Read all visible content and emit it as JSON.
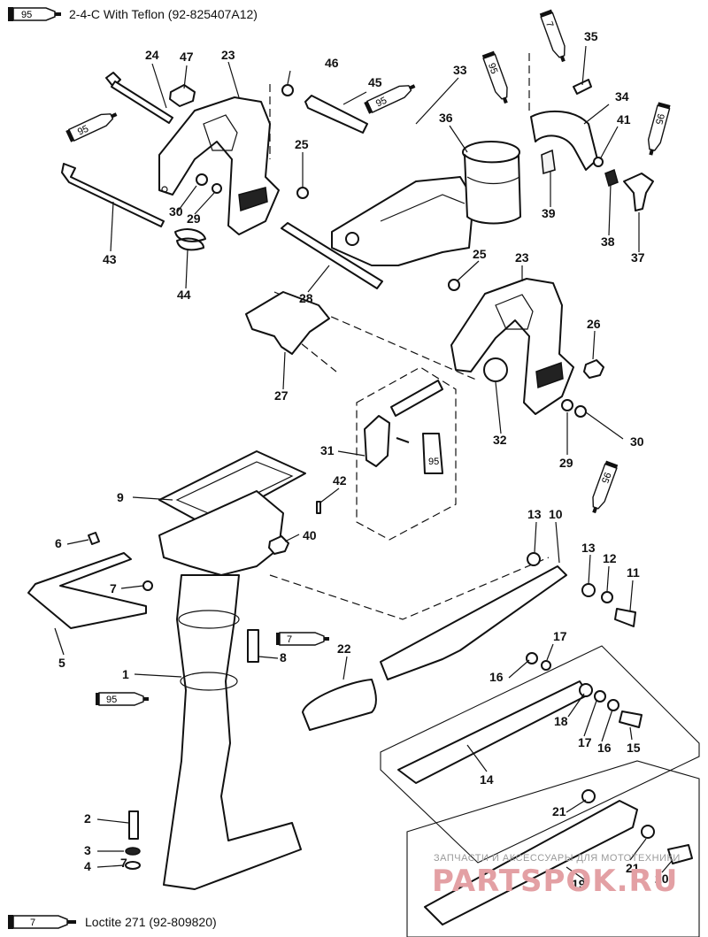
{
  "legend": {
    "top": {
      "tube_number": "95",
      "text": "2-4-C  With Teflon (92-825407A12)"
    },
    "bottom": {
      "tube_number": "7",
      "text": "Loctite 271 (92-809820)"
    }
  },
  "tube_labels": {
    "teflon": "95",
    "loctite": "7"
  },
  "watermark": {
    "line1": "ЗАПЧАСТИ И АКСЕССУАРЫ ДЛЯ МОТОТЕХНИКИ",
    "line2": "PARTSPOK.RU"
  },
  "callouts": {
    "c24": "24",
    "c47": "47",
    "c23a": "23",
    "c46": "46",
    "c45": "45",
    "c33": "33",
    "c35": "35",
    "c34": "34",
    "c36": "36",
    "c41": "41",
    "c25a": "25",
    "c30a": "30",
    "c29a": "29",
    "c43": "43",
    "c44": "44",
    "c39": "39",
    "c38": "38",
    "c37": "37",
    "c28": "28",
    "c25b": "25",
    "c23b": "23",
    "c26": "26",
    "c27": "27",
    "c32": "32",
    "c30b": "30",
    "c29b": "29",
    "c31": "31",
    "c42": "42",
    "c9": "9",
    "c40": "40",
    "c6": "6",
    "c7a": "7",
    "c13a": "13",
    "c10": "10",
    "c13b": "13",
    "c12": "12",
    "c11": "11",
    "c5": "5",
    "c1": "1",
    "c7b": "7",
    "c8": "8",
    "c22": "22",
    "c17a": "17",
    "c16a": "16",
    "c18": "18",
    "c17b": "17",
    "c16b": "16",
    "c15": "15",
    "c14": "14",
    "c21a": "21",
    "c2": "2",
    "c3": "3",
    "c4": "4",
    "c21b": "21",
    "c19": "19",
    "c20": "20"
  }
}
